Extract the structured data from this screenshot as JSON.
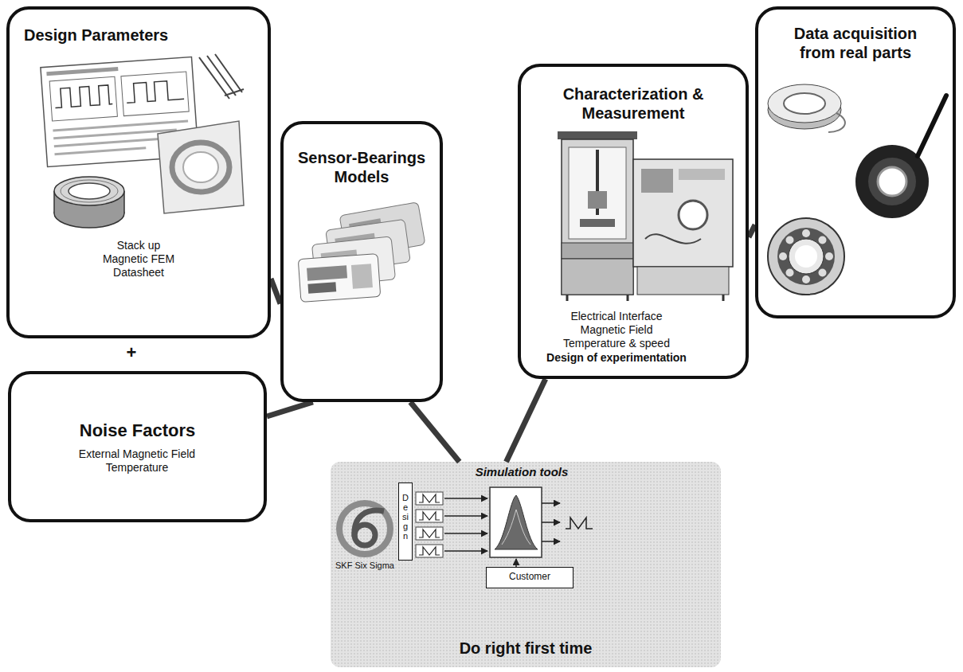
{
  "diagram": {
    "nodes": [
      {
        "text": [
          "Design Parameters",
          "Stack up Magnetic FEM Datasheet"
        ]
      },
      {
        "text": [
          "Noise Factors",
          "External Magnetic Field Temperature"
        ]
      },
      {
        "text": [
          "Sensor-Bearings Models"
        ]
      },
      {
        "text": [
          "Characterization & Measurement",
          "Electrical Interface Magnetic Field Temperature & speed",
          "Design of experimentation"
        ]
      },
      {
        "text": [
          "Data acquisition from real parts"
        ]
      },
      {
        "text": [
          "Simulation tools",
          "Do right first time"
        ]
      },
      {
        "text": [
          "Design"
        ],
        "in": 5
      },
      {
        "text": [
          "Customer"
        ],
        "in": 5
      }
    ],
    "edges": [
      {
        "from": 0,
        "to": 2,
        "arrow": "none"
      },
      {
        "from": 1,
        "to": 2,
        "arrow": "none"
      },
      {
        "from": 2,
        "to": 5,
        "arrow": "none"
      },
      {
        "from": 3,
        "to": 5,
        "arrow": "none"
      },
      {
        "from": 3,
        "to": 4,
        "arrow": "none"
      }
    ],
    "labels": [
      "+",
      "SKF Six Sigma"
    ]
  }
}
